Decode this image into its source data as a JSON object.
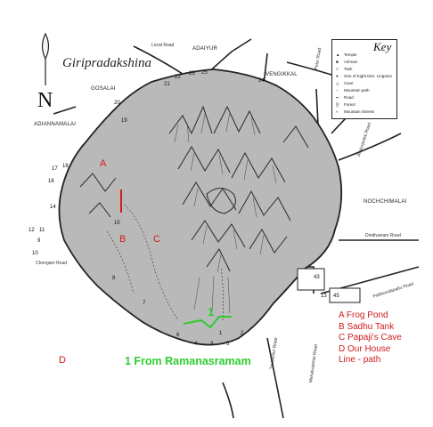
{
  "title": "Giripradakshina",
  "compass_letter": "N",
  "places": {
    "adiannamalai": "ADIANNAMALAI",
    "gosalai": "GOSALAI",
    "adaiyur": "ADAIYUR",
    "vengikkal": "VENGIKKAL",
    "nochchimalai": "NOCHCHIMALAI"
  },
  "roads": {
    "local_road": "Local Road",
    "polur_road": "Polur Road",
    "avalurpettai_road": "Avalurpettai Road",
    "dindivanam_road": "Dindivanam Road",
    "chengam_road": "Chengam Road",
    "pallikondapattu_road": "Pallikondapattu Road",
    "tirukkoilur_road": "Tirukkoilur Road",
    "manalurpettai_road": "Manalurpettai Road"
  },
  "site_numbers": [
    "1",
    "2",
    "3",
    "4",
    "5",
    "6",
    "7",
    "8",
    "9",
    "10",
    "11",
    "12",
    "13",
    "14",
    "15",
    "16",
    "17",
    "18",
    "19",
    "20",
    "21",
    "22",
    "23",
    "24",
    "25",
    "43",
    "45"
  ],
  "key": {
    "title": "Key",
    "items": [
      "Temple",
      "Ashram",
      "Tank",
      "One of Eight Dirs. Lingams",
      "Cave",
      "Mountain path",
      "Road",
      "Forest",
      "Mountain Streets"
    ]
  },
  "markers": {
    "a": "A",
    "b": "B",
    "c": "C",
    "d": "D",
    "one": "1"
  },
  "legend": {
    "a": "A Frog Pond",
    "b": "B Sadhu Tank",
    "c": "C Papaji's Cave",
    "d": "D Our House",
    "line": "Line - path"
  },
  "caption": "1 From Ramanasramam",
  "colors": {
    "forest_fill": "#b9b9b9",
    "marker_red": "#d21b1b",
    "path_green": "#2ecc2e"
  }
}
